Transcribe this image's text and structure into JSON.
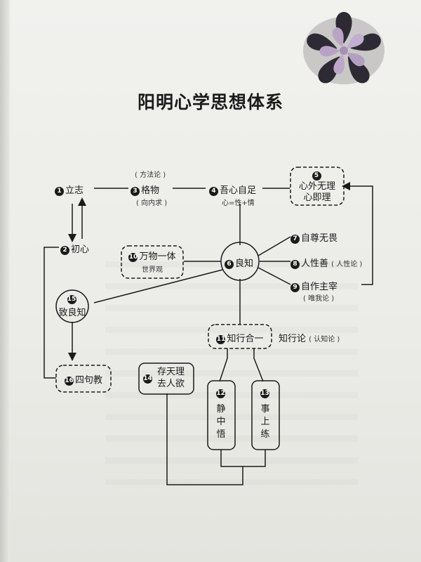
{
  "title": "阳明心学思想体系",
  "nodes": {
    "n1": {
      "num": "1",
      "label": "立志"
    },
    "n2": {
      "num": "2",
      "label": "初心"
    },
    "n3": {
      "num": "3",
      "label": "格物",
      "note_top": "( 方法论 )",
      "note_bottom": "( 向内求 )"
    },
    "n4": {
      "num": "4",
      "label": "吾心自足",
      "note": "心=性+情"
    },
    "n5": {
      "num": "5",
      "line1": "心外无理",
      "line2": "心即理"
    },
    "n6": {
      "num": "6",
      "label": "良知"
    },
    "n7": {
      "num": "7",
      "label": "自尊无畏"
    },
    "n8": {
      "num": "8",
      "label": "人性善",
      "note": "( 人性论 )"
    },
    "n9": {
      "num": "9",
      "label": "自作主宰",
      "note": "( 唯我论 )"
    },
    "n10": {
      "num": "10",
      "label": "万物一体",
      "note": "世界观"
    },
    "n11": {
      "num": "11",
      "label": "知行合一",
      "side": "知行论",
      "note": "( 认知论 )"
    },
    "n12": {
      "num": "12",
      "label": "静中悟"
    },
    "n13": {
      "num": "13",
      "label": "事上练"
    },
    "n14": {
      "num": "14",
      "line1": "存天理",
      "line2": "去人欲"
    },
    "n15": {
      "num": "15",
      "label": "致良知"
    },
    "n16": {
      "num": "16",
      "label": "四句教"
    }
  },
  "colors": {
    "ink": "#1b1b1b",
    "paper": "#efefec",
    "flower": "#b9a4c6",
    "flower_base": "#2d2a33"
  }
}
